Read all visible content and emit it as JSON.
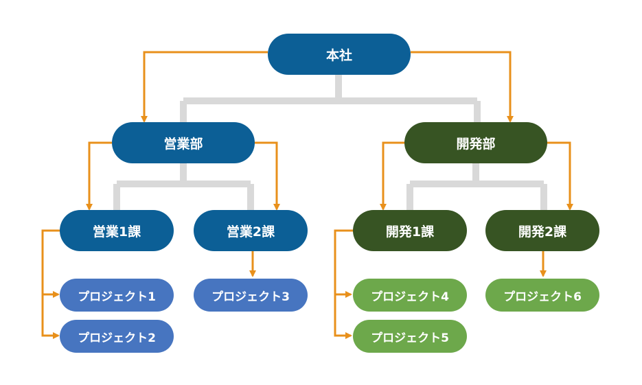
{
  "nodes": {
    "root": {
      "label": "本社"
    },
    "sales": {
      "label": "営業部"
    },
    "dev": {
      "label": "開発部"
    },
    "sales1": {
      "label": "営業1課"
    },
    "sales2": {
      "label": "営業2課"
    },
    "dev1": {
      "label": "開発1課"
    },
    "dev2": {
      "label": "開発2課"
    },
    "p1": {
      "label": "プロジェクト1"
    },
    "p2": {
      "label": "プロジェクト2"
    },
    "p3": {
      "label": "プロジェクト3"
    },
    "p4": {
      "label": "プロジェクト4"
    },
    "p5": {
      "label": "プロジェクト5"
    },
    "p6": {
      "label": "プロジェクト6"
    }
  },
  "edges": [
    [
      "root",
      "sales"
    ],
    [
      "root",
      "dev"
    ],
    [
      "sales",
      "sales1"
    ],
    [
      "sales",
      "sales2"
    ],
    [
      "dev",
      "dev1"
    ],
    [
      "dev",
      "dev2"
    ],
    [
      "sales1",
      "p1"
    ],
    [
      "sales1",
      "p2"
    ],
    [
      "sales2",
      "p3"
    ],
    [
      "dev1",
      "p4"
    ],
    [
      "dev1",
      "p5"
    ],
    [
      "dev2",
      "p6"
    ]
  ],
  "colors": {
    "sales_dark": "#0c5f96",
    "dev_dark": "#375423",
    "sales_project": "#4775c0",
    "dev_project": "#6da84b",
    "arrow": "#e8901b",
    "tree_line": "#d9d9d9"
  }
}
